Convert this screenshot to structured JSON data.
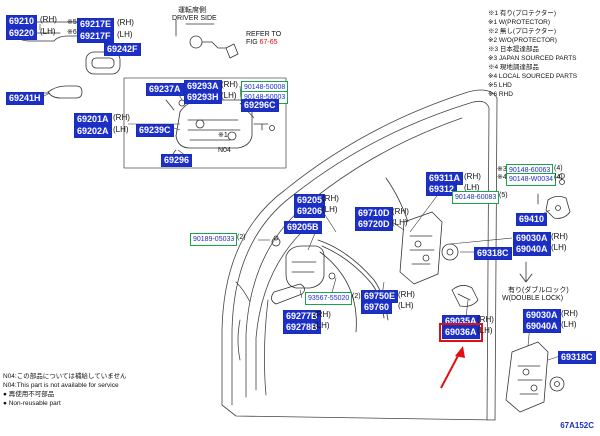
{
  "diagram_code": "67A152C",
  "legend": [
    "※1 有り(プロテクター)",
    "※1 W(PROTECTOR)",
    "※2 無し(プロテクター)",
    "※2 W/O(PROTECTOR)",
    "※3 日本提達部品",
    "※3 JAPAN SOURCED PARTS",
    "※4 現地調達部品",
    "※4 LOCAL SOURCED PARTS",
    "※5 LHD",
    "※6 RHD"
  ],
  "driver_side": {
    "jp": "運転席側",
    "en": "DRIVER SIDE",
    "refer_label": "REFER TO",
    "fig_label": "FIG",
    "fig_ref": "67-65"
  },
  "double_lock": {
    "jp": "有り(ダブルロック)",
    "en": "W(DOUBLE LOCK)"
  },
  "footnotes": [
    "N04:この部品については補給していません",
    "N04:This part is not available for service",
    "● 再使用不可部品",
    "● Non-reusable part"
  ],
  "tags": {
    "star5": "※5",
    "star6": "※6",
    "n04": "N04",
    "star1": "※1",
    "star3": "※3",
    "star4": "※4"
  },
  "parts": {
    "p69210": {
      "no": "69210",
      "sfx": "(RH)"
    },
    "p69220": {
      "no": "69220",
      "sfx": "(LH)"
    },
    "p69217E": {
      "no": "69217E",
      "sfx": "(RH)"
    },
    "p69217F": {
      "no": "69217F",
      "sfx": "(LH)"
    },
    "p69242F": {
      "no": "69242F"
    },
    "p69241H": {
      "no": "69241H"
    },
    "p69201A": {
      "no": "69201A",
      "sfx": "(RH)"
    },
    "p69202A": {
      "no": "69202A",
      "sfx": "(LH)"
    },
    "p69237A": {
      "no": "69237A"
    },
    "p69293A": {
      "no": "69293A",
      "sfx": "(RH)"
    },
    "p69293H": {
      "no": "69293H",
      "sfx": "(LH)"
    },
    "p90148_50008": {
      "no": "90148-50008"
    },
    "p90148_50003": {
      "no": "90148-50003"
    },
    "p69296C": {
      "no": "69296C"
    },
    "p69239C": {
      "no": "69239C"
    },
    "p69296": {
      "no": "69296"
    },
    "p69311A": {
      "no": "69311A",
      "sfx": "(RH)"
    },
    "p69312": {
      "no": "69312",
      "sfx": "(LH)"
    },
    "p90148_60063": {
      "no": "90148-60063",
      "sfx": "(4)"
    },
    "p90148_W0034": {
      "no": "90148-W0034",
      "sfx": "(4)"
    },
    "p90148_60083": {
      "no": "90148-60083",
      "sfx": "(5)"
    },
    "p69205": {
      "no": "69205",
      "sfx": "(RH)"
    },
    "p69206": {
      "no": "69206",
      "sfx": "(LH)"
    },
    "p69710D": {
      "no": "69710D",
      "sfx": "(RH)"
    },
    "p69720D": {
      "no": "69720D",
      "sfx": "(LH)"
    },
    "p69410": {
      "no": "69410"
    },
    "p90189_05033": {
      "no": "90189-05033",
      "sfx": "(2)"
    },
    "p69205B": {
      "no": "69205B"
    },
    "p69030A": {
      "no": "69030A",
      "sfx": "(RH)"
    },
    "p69040A": {
      "no": "69040A",
      "sfx": "(LH)"
    },
    "p69318C_a": {
      "no": "69318C"
    },
    "p93567_55020": {
      "no": "93567-55020",
      "sfx": "(2)"
    },
    "p69750E": {
      "no": "69750E",
      "sfx": "(RH)"
    },
    "p69760": {
      "no": "69760",
      "sfx": "(LH)"
    },
    "p69277B": {
      "no": "69277B",
      "sfx": "(RH)"
    },
    "p69278B": {
      "no": "69278B",
      "sfx": "(LH)"
    },
    "p69035A": {
      "no": "69035A",
      "sfx": "(RH)"
    },
    "p69036A": {
      "no": "69036A",
      "sfx": "(LH)"
    },
    "p69030A_b": {
      "no": "69030A",
      "sfx": "(RH)"
    },
    "p69040A_b": {
      "no": "69040A",
      "sfx": "(LH)"
    },
    "p69318C_b": {
      "no": "69318C"
    }
  }
}
